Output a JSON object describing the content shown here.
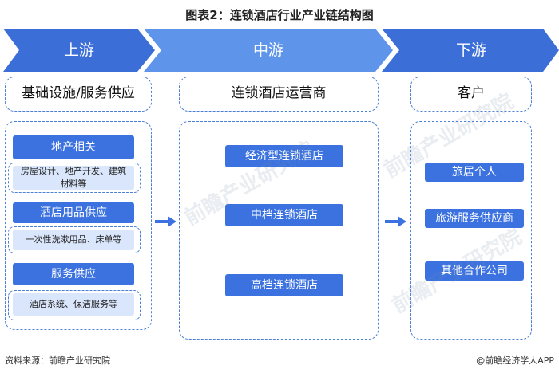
{
  "title": "图表2：连锁酒店行业产业链结构图",
  "stages": [
    "上游",
    "中游",
    "下游"
  ],
  "upstream": {
    "header": "基础设施/服务供应",
    "groups": [
      {
        "label": "地产相关",
        "detail": "房屋设计、地产开发、建筑材料等"
      },
      {
        "label": "酒店用品供应",
        "detail": "一次性洗漱用品、床单等"
      },
      {
        "label": "服务供应",
        "detail": "酒店系统、保洁服务等"
      }
    ]
  },
  "midstream": {
    "header": "连锁酒店运营商",
    "items": [
      "经济型连锁酒店",
      "中档连锁酒店",
      "高档连锁酒店"
    ]
  },
  "downstream": {
    "header": "客户",
    "items": [
      "旅居个人",
      "旅游服务供应商",
      "其他合作公司"
    ]
  },
  "footer": {
    "source": "资料来源：前瞻产业研究院",
    "brand": "@前瞻经济学人APP"
  },
  "watermark": "前瞻产业研究院",
  "colors": {
    "accent": "#3b72e0",
    "arrow_dark": "#3c6ed8",
    "arrow_light": "#5e95ea",
    "dash": "#4a7fd6"
  }
}
